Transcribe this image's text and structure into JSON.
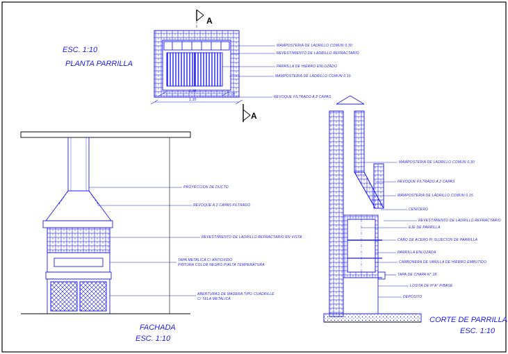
{
  "colors": {
    "line": "#1a1aff",
    "background": "#ffffff"
  },
  "plan": {
    "scale": "ESC.      1:10",
    "title": "PLANTA PARRILLA",
    "section_marker": "A",
    "dims": {
      "inner": "1.05",
      "outer": "1.30",
      "side": "0.08"
    },
    "notes": [
      "MAMPOSTERIA DE LADRILLO COMUN 0.30",
      "REVESTIMIENTO DE LADRILLO REFRACTARIO",
      "PARRILLA DE HIERRO ENLOZADO",
      "MAMPOSTERIA DE LADRILLO COMUN 0.15",
      "REVOQUE FILTRADO A 2 CAPAS"
    ]
  },
  "facade": {
    "title": "FACHADA",
    "scale": "ESC.      1:10",
    "notes": [
      "PROYECCION DE DUCTO",
      "REVOQUE A 2 CAPAS FILTRADO",
      "REVESTIMIENTO DE LADRILLO REFRACTARIO EN VISTA",
      "TAPA METALICA C/ ANTIOXIDO",
      "PINTURA COLOR NEGRO P/ALTA TEMPERATURA",
      "ABERTURAS DE MADERA TIPO CUADRILLE",
      "C/ TELA METALICA"
    ]
  },
  "section": {
    "title": "CORTE DE PARRILLA",
    "scale": "ESC.      1:10",
    "notes": [
      "MAMPOSTERIA DE LADRILLO COMUN 0.30",
      "REVOQUE FILTRADO A 2 CAPAS",
      "MAMPOSTERIA DE LADRILLO COMUN 0.15",
      "CENICERO",
      "REVESTIMIENTO DE LADRILLO REFRACTARIO",
      "EJE DE PARRILLA",
      "CABO DE ACERO P/ SUJECION DE PARRILLA",
      "PARRILLA ENLOZADA",
      "CARBONERA DE VARILLA DE HIERRO EMBUTIDO",
      "TAPA DE CHAPA N° 18",
      "LOSITA DE H°A° P/BASE",
      "DEPOSITO"
    ]
  }
}
